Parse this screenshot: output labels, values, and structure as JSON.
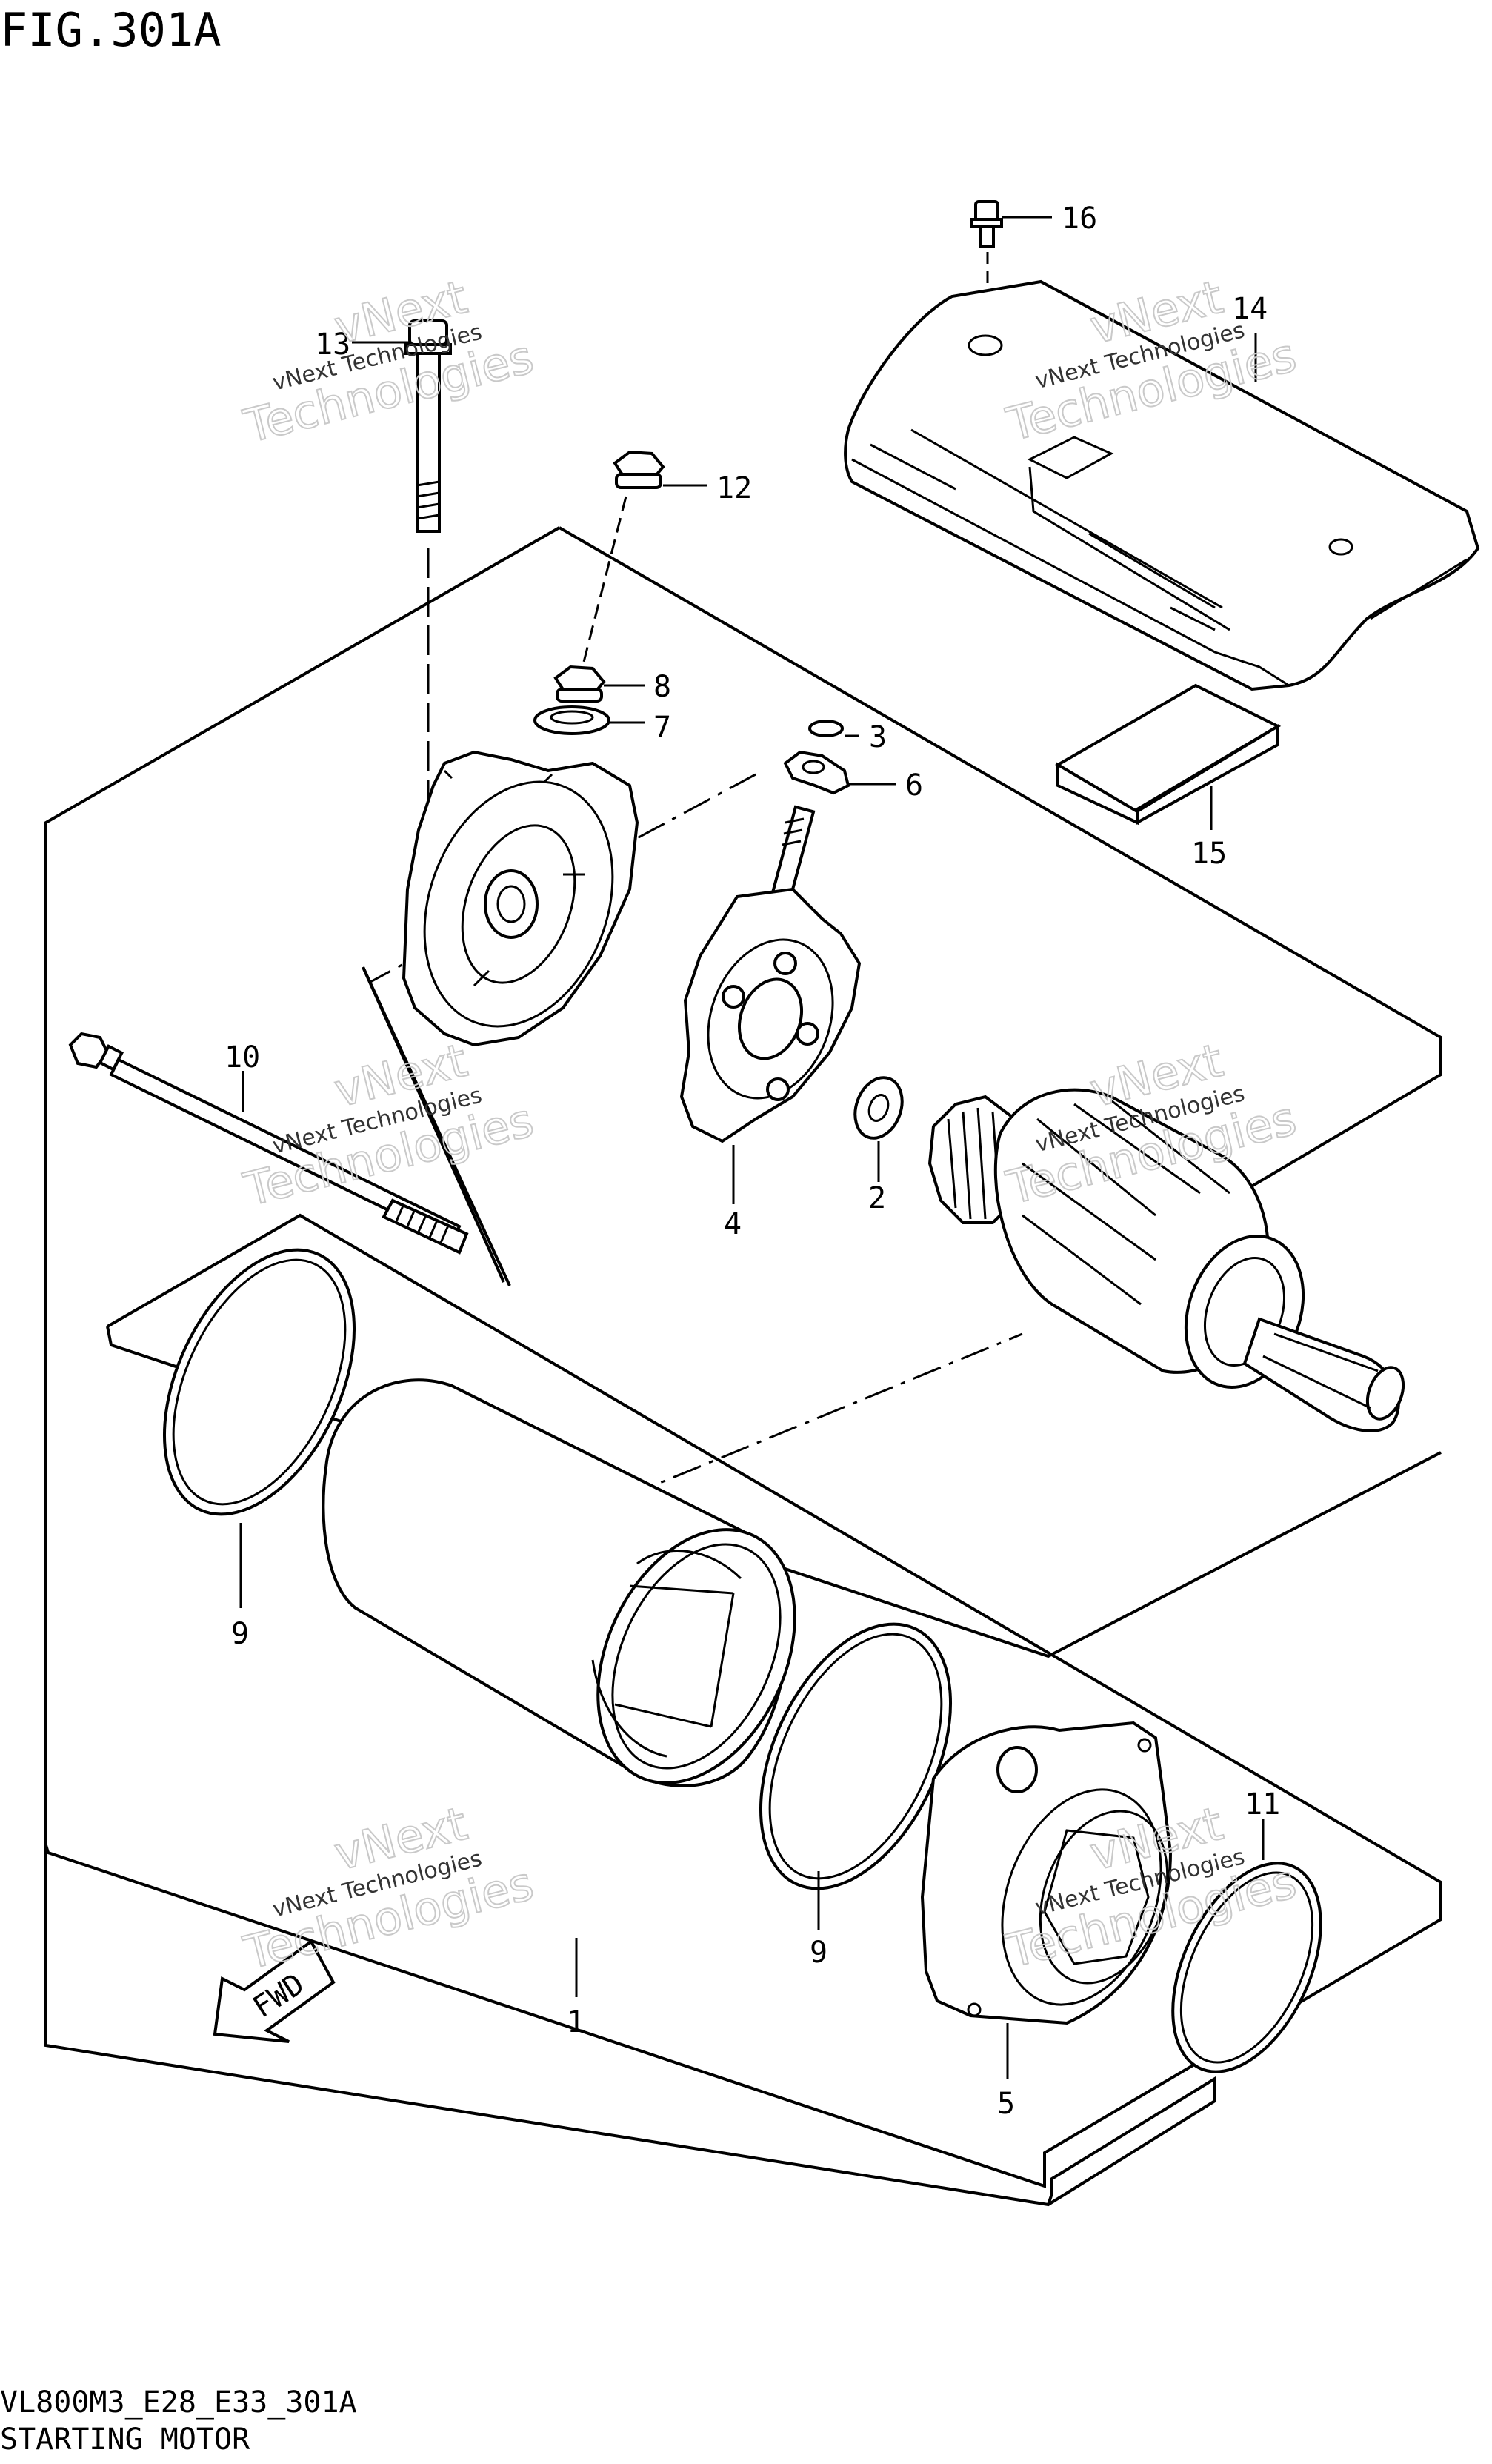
{
  "figure": {
    "title": "FIG.301A",
    "drawing_code": "VL800M3_E28_E33_301A",
    "caption": "STARTING MOTOR"
  },
  "watermark": {
    "line1": "vNext Technologies",
    "line2": "Technologies",
    "line3": "vNext"
  },
  "fwd_label": "FWD",
  "parts": {
    "p1": "1",
    "p2": "2",
    "p3": "3",
    "p4": "4",
    "p5": "5",
    "p6": "6",
    "p7": "7",
    "p8": "8",
    "p9a": "9",
    "p9b": "9",
    "p10": "10",
    "p11": "11",
    "p12": "12",
    "p13": "13",
    "p14": "14",
    "p15": "15",
    "p16": "16"
  }
}
